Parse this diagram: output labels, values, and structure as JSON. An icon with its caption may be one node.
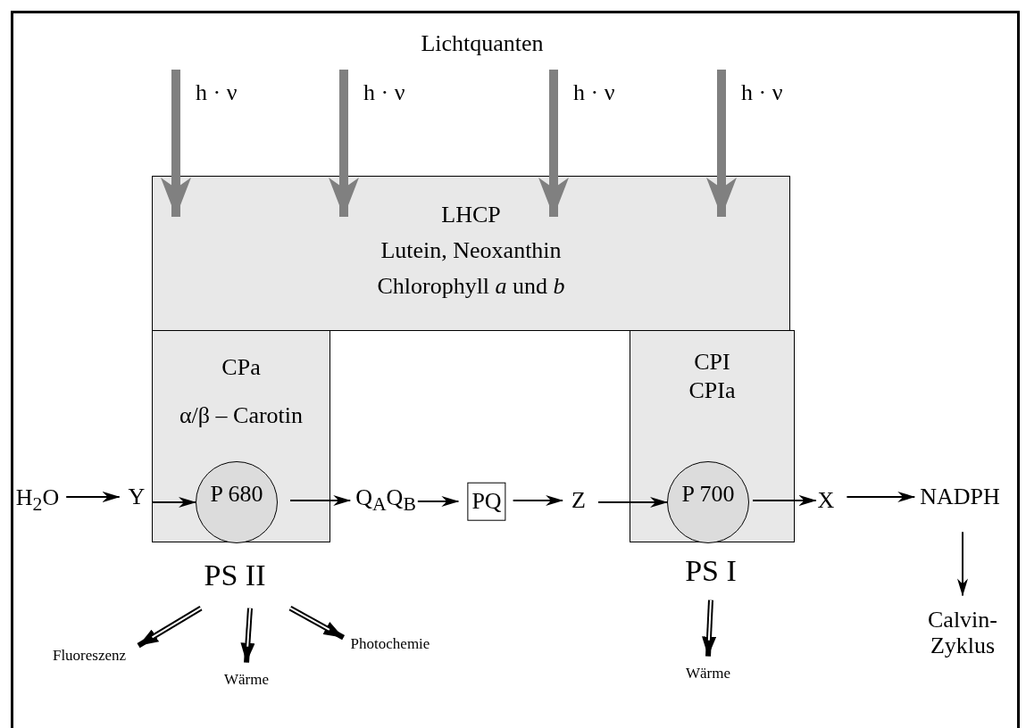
{
  "diagram": {
    "title": "Lichtquanten",
    "nodes": [
      {
        "text": [
          "LHCP",
          "Lutein, Neoxanthin",
          "Chlorophyll *a* und *b*"
        ]
      },
      {
        "text": [
          "CPa",
          "α/β – Carotin"
        ],
        "beside": [
          "PS II"
        ]
      },
      {
        "text": [
          "CPI",
          "CPIa"
        ],
        "beside": [
          "PS I"
        ]
      },
      {
        "text": [
          "H$_{2}$O"
        ]
      },
      {
        "text": [
          "Y"
        ]
      },
      {
        "text": [
          "P 680"
        ],
        "in": 1
      },
      {
        "text": [
          "Q$_{A}$Q$_{B}$"
        ]
      },
      {
        "text": [
          "PQ"
        ]
      },
      {
        "text": [
          "Z"
        ]
      },
      {
        "text": [
          "P 700"
        ],
        "in": 2
      },
      {
        "text": [
          "X"
        ]
      },
      {
        "text": [
          "NADPH"
        ]
      },
      {
        "text": [
          "Calvin-Zyklus"
        ]
      },
      {
        "text": [
          "Fluoreszenz"
        ]
      },
      {
        "text": [
          "Wärme"
        ]
      },
      {
        "text": [
          "Photochemie"
        ]
      },
      {
        "text": [
          "Wärme"
        ]
      }
    ],
    "edges": [
      {
        "from": null,
        "to": 0,
        "arrow": "to",
        "label": "h · ν",
        "style": "thick",
        "color": "#808080"
      },
      {
        "from": null,
        "to": 0,
        "arrow": "to",
        "label": "h · ν",
        "style": "thick",
        "color": "#808080"
      },
      {
        "from": null,
        "to": 0,
        "arrow": "to",
        "label": "h · ν",
        "style": "thick",
        "color": "#808080"
      },
      {
        "from": null,
        "to": 0,
        "arrow": "to",
        "label": "h · ν",
        "style": "thick",
        "color": "#808080"
      },
      {
        "from": 3,
        "to": 4,
        "arrow": "to"
      },
      {
        "from": 4,
        "to": 5,
        "arrow": "to"
      },
      {
        "from": 5,
        "to": 6,
        "arrow": "to"
      },
      {
        "from": 6,
        "to": 7,
        "arrow": "to"
      },
      {
        "from": 7,
        "to": 8,
        "arrow": "to"
      },
      {
        "from": 8,
        "to": 9,
        "arrow": "to"
      },
      {
        "from": 9,
        "to": 10,
        "arrow": "to"
      },
      {
        "from": 10,
        "to": 11,
        "arrow": "to"
      },
      {
        "from": 11,
        "to": 12,
        "arrow": "to"
      },
      {
        "from": 1,
        "to": 13,
        "arrow": "to",
        "style": "thick"
      },
      {
        "from": 1,
        "to": 14,
        "arrow": "to",
        "style": "thick"
      },
      {
        "from": 1,
        "to": 15,
        "arrow": "to",
        "style": "thick"
      },
      {
        "from": 2,
        "to": 16,
        "arrow": "to",
        "style": "thick"
      }
    ]
  }
}
